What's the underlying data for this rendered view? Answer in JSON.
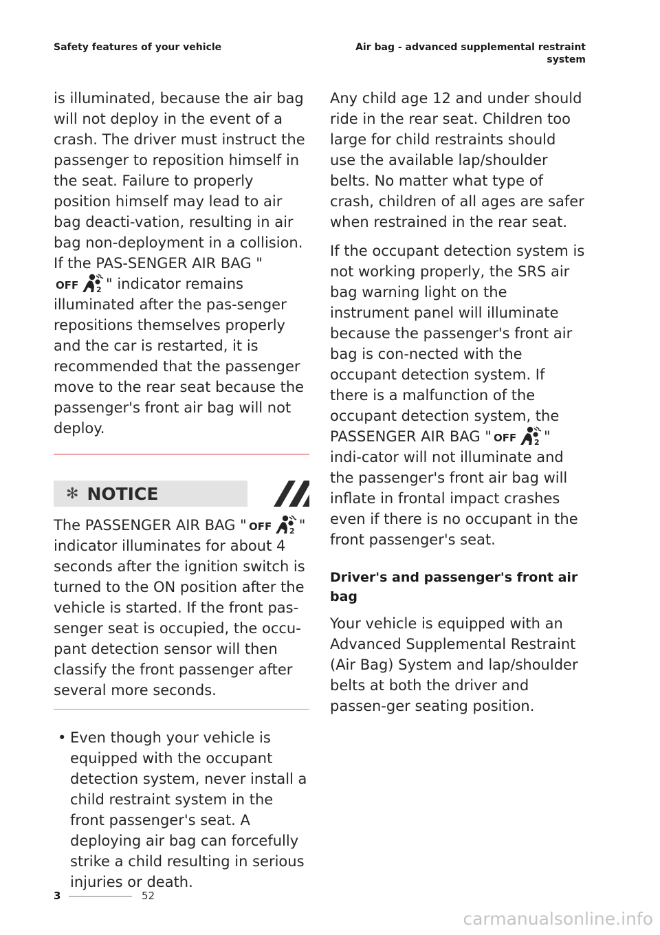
{
  "header": {
    "left": "Safety features of your vehicle",
    "right_line1": "Air bag - advanced supplemental restraint",
    "right_line2": "system"
  },
  "left_column": {
    "para1_a": "is illuminated, because the air bag will not deploy in the event of a crash. The driver must instruct the passenger to reposition himself in the seat. Failure to properly position himself may lead to air bag deacti-vation, resulting in air bag non-deployment in a collision. If the PAS-SENGER AIR BAG \"",
    "para1_b": "\" indicator remains illuminated after the pas-senger repositions themselves properly and the car is restarted, it is recommended that the passenger move to the rear seat because the passenger's front air bag will not deploy.",
    "notice_title": "NOTICE",
    "notice_star": "✻",
    "notice_a": "The PASSENGER AIR BAG \"",
    "notice_b": "\" indicator illuminates for about 4 seconds after the ignition switch is turned to the ON position after the vehicle is started. If the front pas-senger seat is occupied, the occu-pant detection sensor will then classify the front passenger after several more seconds.",
    "bullet_symbol": "•",
    "bullet_text": "Even though your vehicle is equipped with the occupant detection system, never install a child restraint system in the front passenger's seat. A deploying air bag can forcefully strike a child resulting in serious injuries or death."
  },
  "right_column": {
    "para1": "Any child age 12 and under should ride in the rear seat. Children too large for child restraints should use the available lap/shoulder belts. No matter what type of crash, children of all ages are safer when restrained in the rear seat.",
    "para2_a": "If the occupant detection system is not working properly, the SRS air bag warning light on the instrument panel will illuminate because the passenger's front air bag is con-nected with the occupant detection system. If there is a malfunction of the occupant detection system, the PASSENGER AIR BAG \"",
    "para2_b": "\" indi-cator will not illuminate and the passenger's front air bag will inflate in frontal impact crashes even if there is no occupant in the front passenger's seat.",
    "heading": "Driver's and passenger's front air bag",
    "para3": "Your vehicle is equipped with an Advanced Supplemental Restraint (Air Bag) System and lap/shoulder belts at both the driver and passen-ger seating position."
  },
  "icon": {
    "name": "passenger-airbag-off-icon",
    "text": "OFF",
    "num": "2"
  },
  "footer": {
    "chapter": "3",
    "page": "52"
  },
  "watermark": "carmanualsonline.info",
  "colors": {
    "accent_red": "#d8242b",
    "notice_bg": "#e3e3e3"
  }
}
